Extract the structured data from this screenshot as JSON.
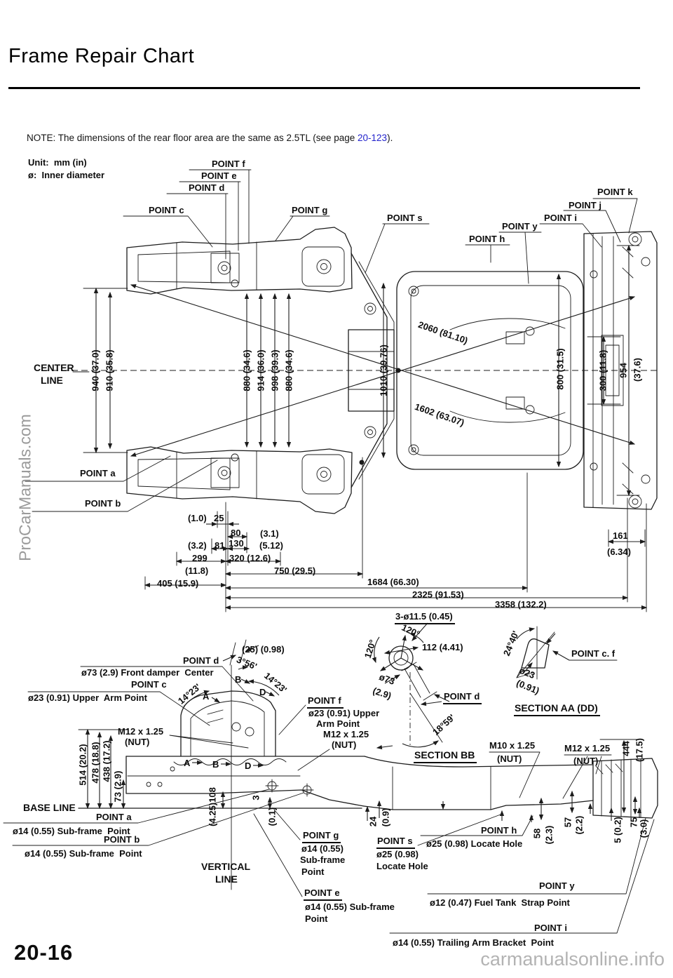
{
  "page": {
    "title": "Frame Repair Chart",
    "note_label": "NOTE:",
    "note_text": "The dimensions of the rear floor area are the same as 2.5TL (see page",
    "note_link": "20-123",
    "note_close": ").",
    "page_number": "20-16",
    "watermark_side": "ProCarManuals.com",
    "watermark_footer": "carmanualsonline.info"
  },
  "legend": {
    "unit": "Unit:  mm (in)",
    "diameter": "ø:  Inner diameter"
  },
  "top": {
    "center_1": "CENTER",
    "center_2": "LINE",
    "pf": "POINT f",
    "pe": "POINT e",
    "pd": "POINT d",
    "pc": "POINT c",
    "pg": "POINT g",
    "ps": "POINT s",
    "py": "POINT y",
    "ph": "POINT h",
    "pi": "POINT i",
    "pj": "POINT j",
    "pk": "POINT k",
    "pa": "POINT a",
    "pb": "POINT b",
    "w940": "940 (37.0)",
    "w910": "910 (35.8)",
    "w880a": "880 (34.6)",
    "w914": "914 (36.0)",
    "w998": "998 (39.3)",
    "w880b": "880 (34.6)",
    "w1010": "1010 (39.76)",
    "w800": "800 (31.5)",
    "w300": "300 (11.8)",
    "w954": "954",
    "w954in": "(37.6)",
    "d2060": "2060 (81.10)",
    "d1602": "1602 (63.07)",
    "c25in": "(1.0)",
    "c25": "25",
    "c80": "80",
    "c80in": "(3.1)",
    "c81in": "(3.2)",
    "c81": "81",
    "c130": "130",
    "c130in": "(5.12)",
    "c299": "299",
    "c299in": "(11.8)",
    "c320": "320 (12.6)",
    "c750": "750 (29.5)",
    "c405": "405 (15.9)",
    "c1684": "1684 (66.30)",
    "c2325": "2325 (91.53)",
    "c3358": "3358 (132.2)",
    "c161": "161",
    "c161in": "(6.34)"
  },
  "side": {
    "base_line": "BASE LINE",
    "vert_1": "VERTICAL",
    "vert_2": "LINE",
    "section_aa": "SECTION AA (DD)",
    "section_bb": "SECTION BB",
    "holes3": "3-ø11.5 (0.45)",
    "off25": "(25) (0.98)",
    "pd_top": "POINT d",
    "front_damper": "ø73 (2.9) Front damper  Center",
    "pc": "POINT c",
    "upper_arm": "ø23 (0.91) Upper  Arm Point",
    "m12l1": "M12 x 1.25",
    "m12l2": "(NUT)",
    "pa": "POINT a",
    "subframe_a": "ø14 (0.55) Sub-frame  Point",
    "pb": "POINT b",
    "subframe_b": "ø14 (0.55) Sub-frame  Point",
    "pf": "POINT f",
    "upper_arm_f1": "ø23 (0.91) Upper",
    "upper_arm_f2": "Arm Point",
    "m12f1": "M12 x 1.25",
    "m12f2": "(NUT)",
    "pg": "POINT g",
    "subframe_g1": "ø14 (0.55)",
    "subframe_g2": "Sub-frame",
    "subframe_g3": "Point",
    "pe": "POINT e",
    "subframe_e1": "ø14 (0.55) Sub-frame",
    "subframe_e2": "Point",
    "ps": "POINT s",
    "locate_s1": "ø25 (0.98)",
    "locate_s2": "Locate Hole",
    "ph": "POINT h",
    "locate_h": "ø25 (0.98) Locate Hole",
    "m10r1": "M10 x 1.25",
    "m10r2": "(NUT)",
    "m12r1": "M12 x 1.25",
    "m12r2": "(NUT)",
    "py": "POINT y",
    "fuel_tank": "ø12 (0.47) Fuel Tank  Strap Point",
    "pi": "POINT i",
    "trailing": "ø14 (0.55) Trailing Arm Bracket  Point",
    "pd2": "POINT d",
    "pcf": "POINT c. f",
    "dia73": "ø73",
    "dia73in": "(2.9)",
    "dia23": "ø23",
    "dia23in": "(0.91)",
    "a112": "112 (4.41)",
    "ang120a": "120°",
    "ang120b": "120°",
    "ang2440": "24°40'",
    "ang1859": "18°59'",
    "ang356": "3°56'",
    "ang1423a": "14°23'",
    "ang1423b": "14°23'",
    "lA": "A",
    "lB": "B",
    "lD": "D",
    "v514": "514 (20.2)",
    "v478": "478 (18.8)",
    "v438": "438 (17.2)",
    "v73": "73 (2.9)",
    "v108": "(4.25)108",
    "v3": "3",
    "v3in": "(0.1)",
    "v24": "24",
    "v24in": "(0.9)",
    "v444": "444",
    "v444in": "(17.5)",
    "v58": "58",
    "v58in": "(2.3)",
    "v57": "57",
    "v57in": "(2.2)",
    "v5": "5 (0.2)",
    "v75": "75",
    "v75in": "(3.0)"
  }
}
